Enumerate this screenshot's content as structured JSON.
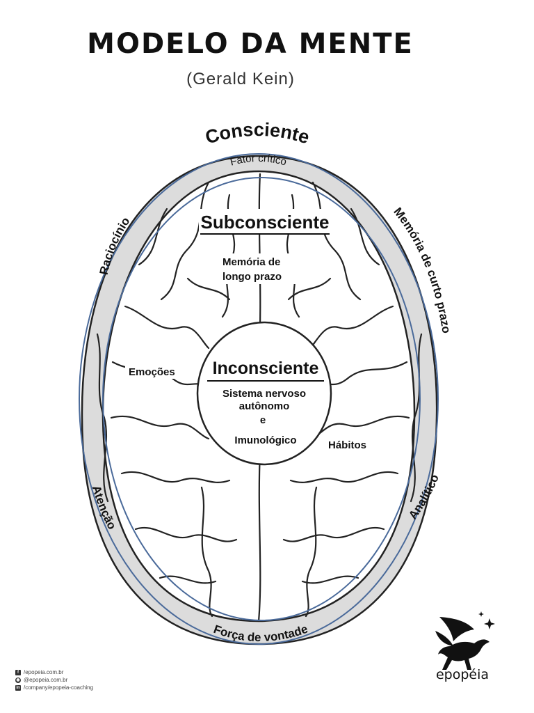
{
  "title": "MODELO DA MENTE",
  "subtitle": "(Gerald Kein)",
  "labels": {
    "consciente": "Consciente",
    "fator_critico": "Fator crítico",
    "raciocinio": "Raciocínio",
    "memoria_curto": "Memória de curto prazo",
    "atencao": "Atenção",
    "analitico": "Analítico",
    "forca_vontade": "Força de vontade",
    "subconsciente": "Subconsciente",
    "memoria_longo_1": "Memória de",
    "memoria_longo_2": "longo prazo",
    "emocoes": "Emoções",
    "habitos": "Hábitos",
    "inconsciente": "Inconsciente",
    "sistema_1": "Sistema nervoso",
    "sistema_2": "autônomo",
    "sistema_3": "e",
    "sistema_4": "Imunológico"
  },
  "footer": {
    "facebook": "/epopeia.com.br",
    "instagram": "@epopeia.com.br",
    "linkedin": "/company/epopeia-coaching"
  },
  "brand": "epopéia",
  "colors": {
    "ellipse": "#4a6a9a",
    "ring": "#dcdcdc",
    "ink": "#111111"
  }
}
